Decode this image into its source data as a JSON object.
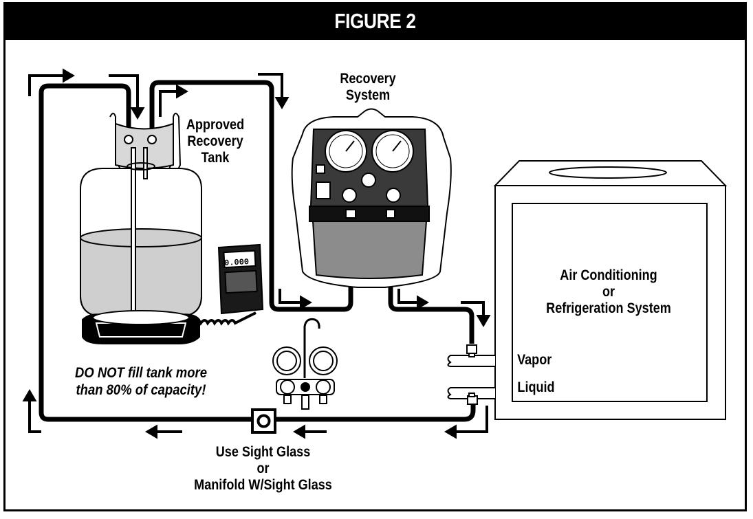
{
  "figure": {
    "title": "FIGURE 2"
  },
  "labels": {
    "recovery_system": [
      "Recovery",
      "System"
    ],
    "recovery_tank": [
      "Approved",
      "Recovery",
      "Tank"
    ],
    "ac_system": [
      "Air Conditioning",
      "or",
      "Refrigeration System"
    ],
    "vapor": "Vapor",
    "liquid": "Liquid",
    "warning": [
      "DO NOT fill tank more",
      "than 80% of capacity!"
    ],
    "sight_glass": [
      "Use Sight Glass",
      "or",
      "Manifold W/Sight Glass"
    ]
  },
  "scale_display": {
    "reading": "0.000"
  },
  "colors": {
    "ink": "#000000",
    "liquid_fill": "#cfcfcf",
    "unit_panel": "#3a3a3a",
    "unit_body": "#8c8c8c"
  }
}
